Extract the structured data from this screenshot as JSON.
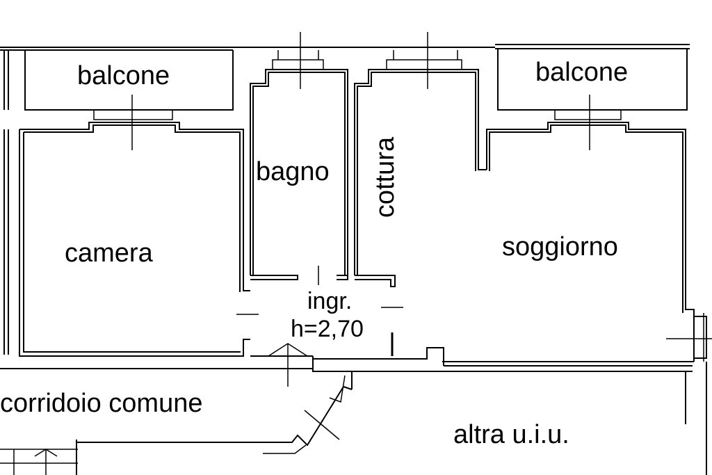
{
  "rooms": {
    "balcone_left": "balcone",
    "balcone_right": "balcone",
    "bagno": "bagno",
    "cottura": "cottura",
    "camera": "camera",
    "soggiorno": "soggiorno",
    "ingresso": "ingr.",
    "height": "h=2,70",
    "corridoio": "corridoio comune",
    "altra": "altra u.i.u."
  },
  "colors": {
    "line": "#000000",
    "background": "#ffffff"
  }
}
